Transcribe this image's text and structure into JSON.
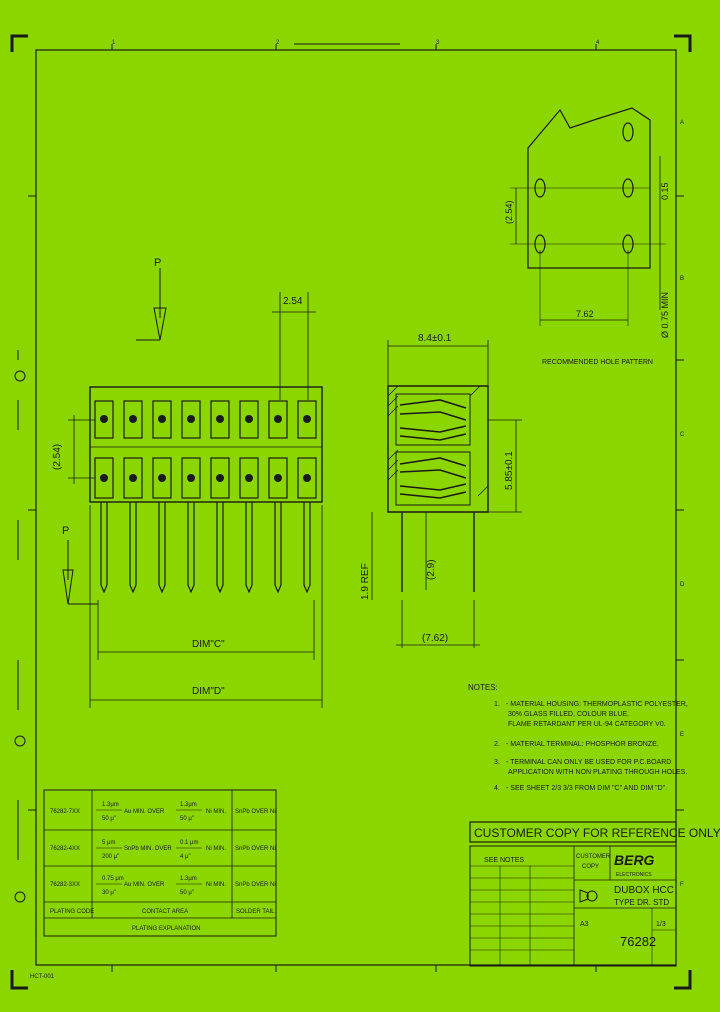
{
  "dimensions": {
    "pitch_top": "2.54",
    "pitch_side": "(2.54)",
    "depth": "8.4±0.1",
    "height": "5.85±0.1",
    "tail_ref": "(2.9)",
    "tail_len": "1.9 REF",
    "row_spacing": "(7.62)",
    "dim_c": "DIM\"C\"",
    "dim_d": "DIM\"D\"",
    "hole_pitch": "(2.54)",
    "hole_width": "7.62",
    "hole_dia": "Ø 0.75 MIN",
    "hole_offset": "0.15",
    "arrow_top": "P",
    "arrow_left": "P"
  },
  "labels": {
    "hole_pattern": "RECOMMENDED HOLE PATTERN",
    "notes_title": "NOTES:"
  },
  "notes": [
    {
      "num": "1.",
      "text": "- MATERIAL HOUSING: THERMOPLASTIC POLYESTER,",
      "text2": "30% GLASS FILLED, COLOUR BLUE.",
      "text3": "FLAME RETARDANT PER UL-94 CATEGORY V0."
    },
    {
      "num": "2.",
      "text": "- MATERIAL TERMINAL: PHOSPHOR BRONZE.",
      "text2": "",
      "text3": ""
    },
    {
      "num": "3.",
      "text": "- TERMINAL CAN ONLY BE USED FOR P.C.BOARD",
      "text2": "APPLICATION WITH NON PLATING THROUGH HOLES.",
      "text3": ""
    },
    {
      "num": "4.",
      "text": "- SEE SHEET 2/3 3/3 FROM DIM \"C\" AND DIM \"D\".",
      "text2": "",
      "text3": ""
    }
  ],
  "plating_table": {
    "rows": [
      {
        "code": "76282-7XX",
        "a1": "1.3μm",
        "a2": "50 μ\"",
        "mid": "Au MIN. OVER",
        "b1": "1.3μm",
        "b2": "50 μ\"",
        "end": "Ni MIN.",
        "tail": "SnPb OVER Ni"
      },
      {
        "code": "76282-4XX",
        "a1": "5 μm",
        "a2": "200 μ\"",
        "mid": "SnPb MIN. OVER",
        "b1": "0.1 μm",
        "b2": "4 μ\"",
        "end": "Ni MIN.",
        "tail": "SnPb OVER Ni"
      },
      {
        "code": "76282-3XX",
        "a1": "0.75 μm",
        "a2": "30 μ\"",
        "mid": "Au MIN. OVER",
        "b1": "1.3μm",
        "b2": "50 μ\"",
        "end": "Ni MIN.",
        "tail": "SnPb OVER Ni"
      }
    ],
    "footer_code": "PLATING CODE",
    "footer_contact": "CONTACT AREA",
    "footer_tail": "SOLDER TAIL",
    "footer_explain": "PLATING EXPLANATION"
  },
  "title_block": {
    "customer_copy": "CUSTOMER COPY FOR REFERENCE ONLY",
    "see_notes": "SEE NOTES",
    "customer_label": "CUSTOMER",
    "copy_label": "COPY",
    "brand": "BERG",
    "brand_sub": "ELECTRONICS",
    "product_name": "DUBOX HCC",
    "product_type": "TYPE DR. STD",
    "drawing_number": "76282",
    "sheet": "1/3",
    "size": "A3"
  },
  "border": {
    "top_marks": [
      "1",
      "2",
      "3",
      "4"
    ],
    "right_marks": [
      "A",
      "B",
      "C",
      "D",
      "E",
      "F"
    ]
  },
  "footer_text": "HCT-001"
}
